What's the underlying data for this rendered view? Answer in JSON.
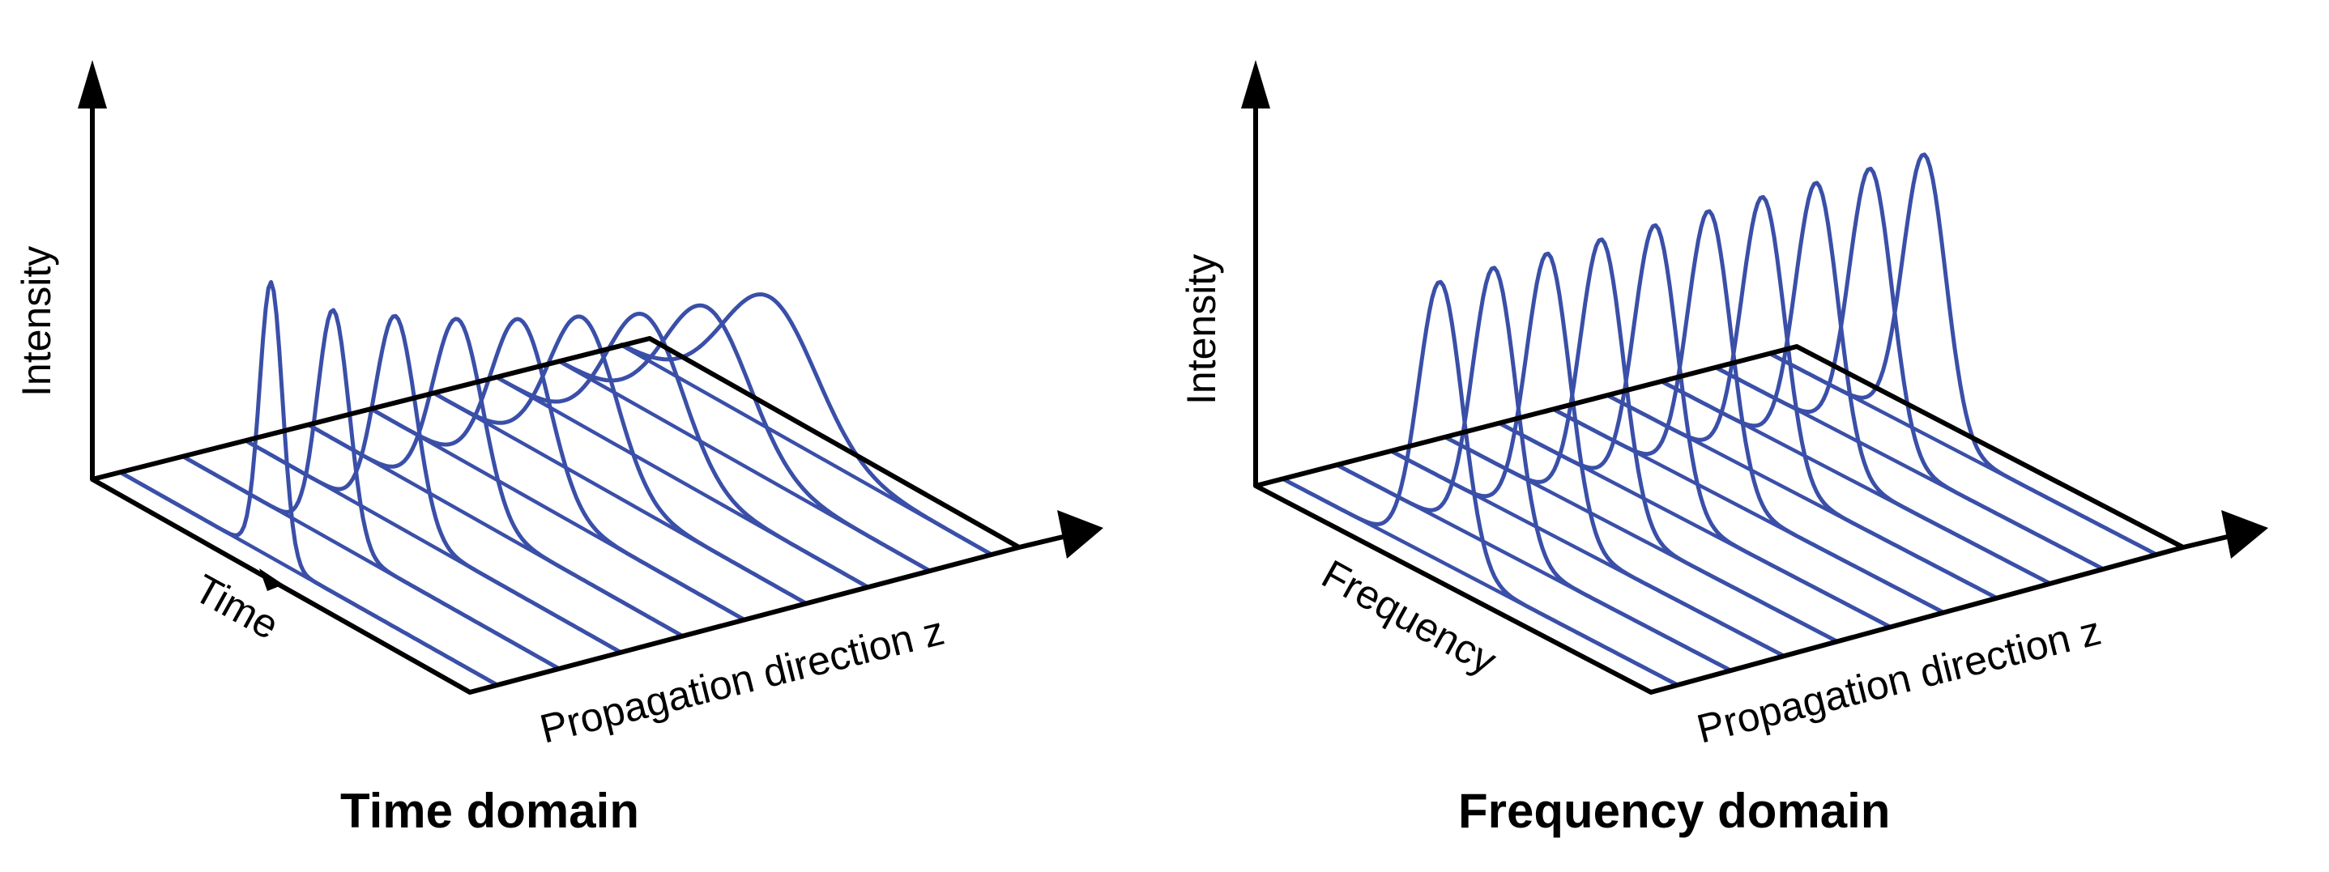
{
  "panels": [
    {
      "id": "time",
      "intensity_label": "Intensity",
      "depth_axis_label": "Time",
      "z_axis_label": "Propagation direction z",
      "caption": "Time domain",
      "pulse_count": 9,
      "peak_levels": [
        1.0,
        0.84,
        0.76,
        0.69,
        0.63,
        0.58,
        0.53,
        0.5,
        0.48
      ],
      "widths": [
        0.03,
        0.042,
        0.054,
        0.066,
        0.078,
        0.09,
        0.102,
        0.114,
        0.126
      ]
    },
    {
      "id": "frequency",
      "intensity_label": "Intensity",
      "depth_axis_label": "Frequency",
      "z_axis_label": "Propagation direction z",
      "caption": "Frequency domain",
      "pulse_count": 10,
      "peak_levels": [
        1.0,
        1.0,
        1.0,
        1.0,
        1.0,
        1.0,
        1.0,
        1.0,
        1.0,
        1.0
      ],
      "widths": [
        0.055,
        0.055,
        0.055,
        0.055,
        0.055,
        0.055,
        0.055,
        0.055,
        0.055,
        0.055
      ]
    }
  ],
  "colors": {
    "curve": "#3a4fa8",
    "axis": "#000000"
  }
}
